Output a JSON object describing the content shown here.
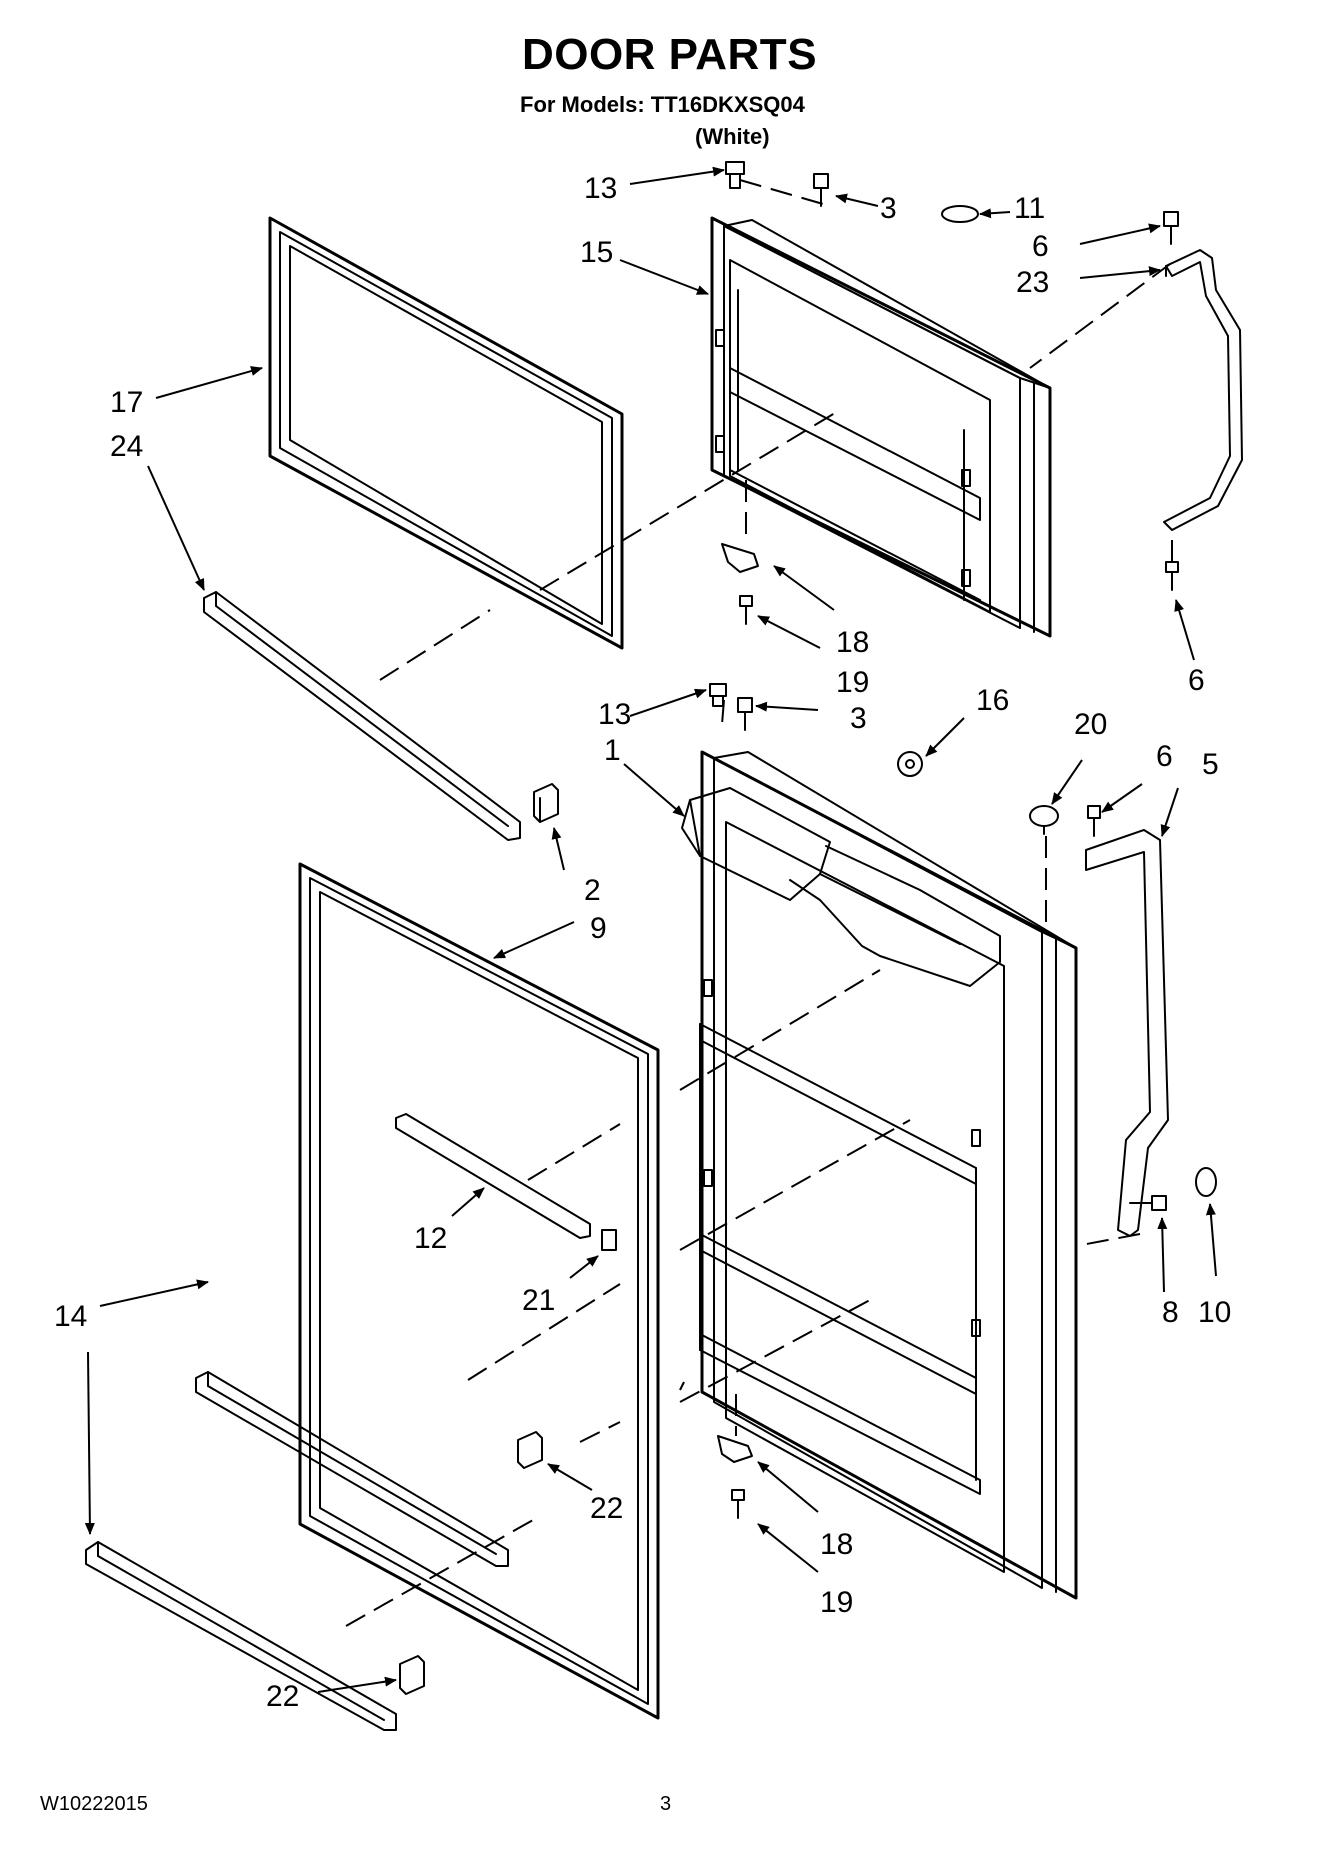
{
  "header": {
    "title": "DOOR PARTS",
    "models_line": "For Models: TT16DKXSQ04",
    "color_line": "(White)"
  },
  "footer": {
    "doc_number": "W10222015",
    "page_number": "3"
  },
  "callouts": {
    "c1": "1",
    "c2": "2",
    "c3a": "3",
    "c3b": "3",
    "c5": "5",
    "c6a": "6",
    "c6b": "6",
    "c6c": "6",
    "c8": "8",
    "c9": "9",
    "c10": "10",
    "c11": "11",
    "c12": "12",
    "c13a": "13",
    "c13b": "13",
    "c14": "14",
    "c15": "15",
    "c16": "16",
    "c17": "17",
    "c18a": "18",
    "c18b": "18",
    "c19a": "19",
    "c19b": "19",
    "c20": "20",
    "c21": "21",
    "c22a": "22",
    "c22b": "22",
    "c23": "23",
    "c24": "24"
  }
}
